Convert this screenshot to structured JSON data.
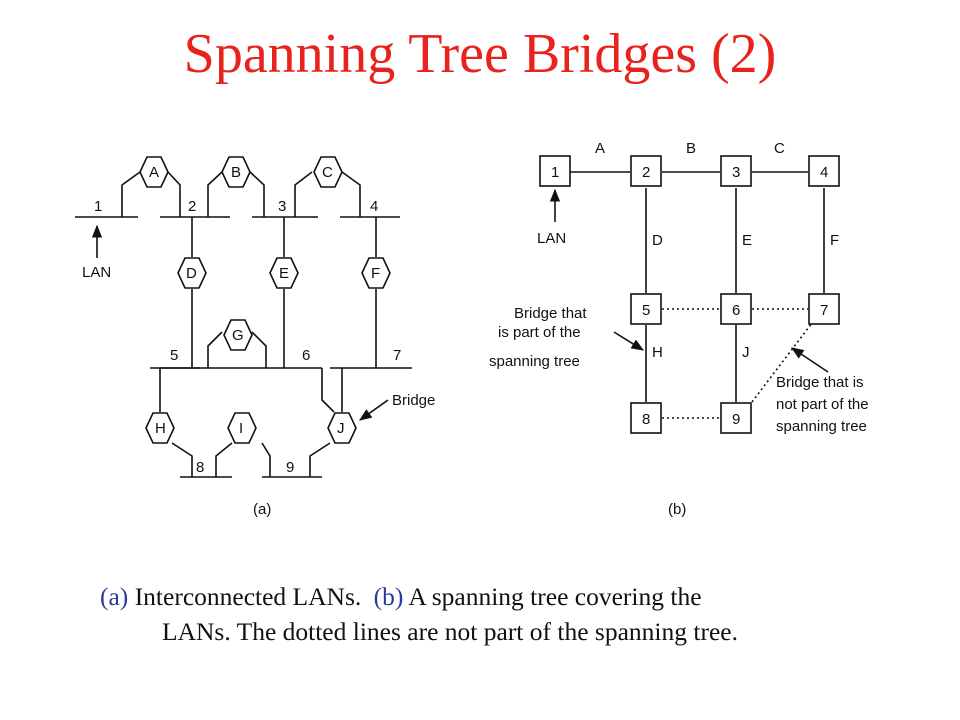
{
  "title": "Spanning Tree Bridges (2)",
  "figure_a": {
    "label": "(a)",
    "lan_numbers": [
      "1",
      "2",
      "3",
      "4",
      "5",
      "6",
      "7",
      "8",
      "9"
    ],
    "bridges": [
      "A",
      "B",
      "C",
      "D",
      "E",
      "F",
      "G",
      "H",
      "I",
      "J"
    ],
    "lan_pointer_text": "LAN",
    "bridge_pointer_text": "Bridge"
  },
  "figure_b": {
    "label": "(b)",
    "nodes": [
      "1",
      "2",
      "3",
      "4",
      "5",
      "6",
      "7",
      "8",
      "9"
    ],
    "edge_labels": [
      "A",
      "B",
      "C",
      "D",
      "E",
      "F",
      "H",
      "J"
    ],
    "lan_pointer_text": "LAN",
    "in_tree_note": [
      "Bridge that",
      "is part of the",
      "spanning  tree"
    ],
    "not_in_tree_note": [
      "Bridge that is",
      "not part of the",
      "spanning tree"
    ]
  },
  "caption": {
    "prefix_a": "(a)",
    "text_a": "Interconnected LANs.",
    "prefix_b": "(b)",
    "text_b": "A spanning tree covering the",
    "line2": "LANs. The dotted lines are not part of the spanning tree."
  }
}
